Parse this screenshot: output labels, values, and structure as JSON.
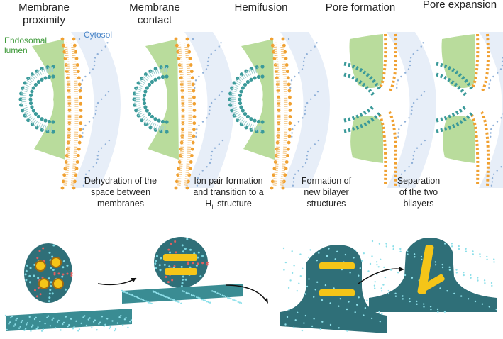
{
  "stages": [
    {
      "title": "Membrane\nproximity"
    },
    {
      "title": "Membrane\ncontact"
    },
    {
      "title": "Hemifusion"
    },
    {
      "title": "Pore formation"
    },
    {
      "title": "Pore expansion"
    }
  ],
  "regions": {
    "endosomal": "Endosomal\nlumen",
    "cytosol": "Cytosol"
  },
  "transitions": [
    {
      "text": "Dehydration of the\nspace between\nmembranes"
    },
    {
      "text": "Ion pair formation\nand transition to a\nH",
      "sub": "II",
      "suffix": " structure"
    },
    {
      "text": "Formation of\nnew bilayer\nstructures"
    },
    {
      "text": "Separation\nof the two\nbilayers"
    }
  ],
  "colors": {
    "lumen": "#b9dc9c",
    "cytosol": "#e7eef8",
    "orange_lipid": "#f0a030",
    "teal_lipid": "#3b9a9a",
    "helix": "#f5c518"
  }
}
